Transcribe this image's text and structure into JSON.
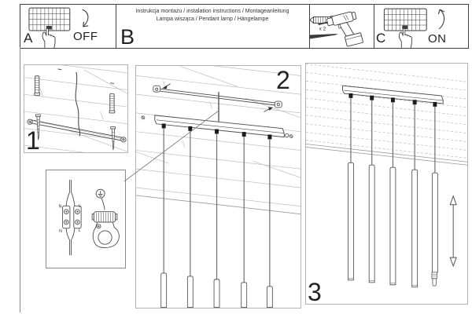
{
  "sheet": {
    "header": {
      "box_a": {
        "letter": "A",
        "switch_label": "OFF",
        "icons": [
          "fuse-box",
          "pressing-hand",
          "curved-arrow-down"
        ]
      },
      "box_b": {
        "letter": "B",
        "title_line1": "Instrukcja montażu / instalation instructions / Montageanleitung",
        "title_line2": "Lampa wisząca / Pendant lamp / Hängelampe"
      },
      "tools_box": {
        "count_label": "x 2",
        "icons": [
          "wall-plug",
          "screw",
          "power-drill"
        ]
      },
      "box_c": {
        "letter": "C",
        "switch_label": "ON",
        "icons": [
          "fuse-box",
          "pressing-hand",
          "curved-arrow-up"
        ]
      }
    },
    "steps": [
      {
        "number": "1"
      },
      {
        "number": "2"
      },
      {
        "number": "3"
      }
    ],
    "wiring_inset": {
      "labels": {
        "top_n": "N",
        "top_l": "L",
        "bottom_n": "N",
        "bottom_l": "L"
      },
      "icons": [
        "terminal-block",
        "earth-ground-symbol",
        "cable-clamp"
      ]
    },
    "colors": {
      "background": "#ffffff",
      "line_art": "#3d3d3d",
      "plank_line": "#b8b8b8",
      "panel_border": "#b3b3b3",
      "header_border": "#3f3f3f",
      "text": "#2b2b2b"
    }
  }
}
